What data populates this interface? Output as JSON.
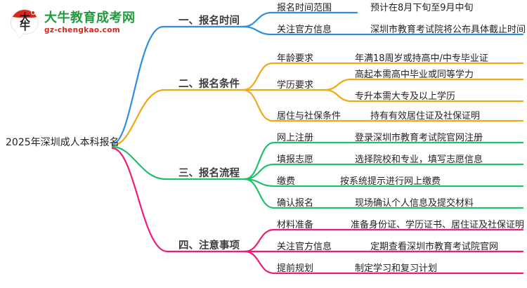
{
  "logo": {
    "mark_char_1": "大",
    "mark_char_2": "牛",
    "title": "大牛教育成考网",
    "subtitle": "gz-chengkao.com"
  },
  "mindmap": {
    "root": "2025年深圳成人本科报名",
    "branches": [
      {
        "label": "一、报名时间",
        "color": "#2E8FE0",
        "children": [
          {
            "label": "报名时间范围",
            "detail": "预计在8月下旬至9月中旬"
          },
          {
            "label": "关注官方信息",
            "detail": "深圳市教育考试院将公布具体截止时间"
          }
        ]
      },
      {
        "label": "二、报名条件",
        "color": "#EFA818",
        "children": [
          {
            "label": "年龄要求",
            "detail": "年满18周岁或持高中/中专毕业证"
          },
          {
            "label": "学历要求",
            "detail": "",
            "subs": [
              {
                "label": "高起本需高中毕业或同等学力"
              },
              {
                "label": "专升本需大专及以上学历"
              }
            ]
          },
          {
            "label": "居住与社保条件",
            "detail": "持有有效居住证及社保证明"
          }
        ]
      },
      {
        "label": "三、报名流程",
        "color": "#22C06A",
        "children": [
          {
            "label": "网上注册",
            "detail": "登录深圳市教育考试院官网注册"
          },
          {
            "label": "填报志愿",
            "detail": "选择院校和专业，填写志愿信息"
          },
          {
            "label": "缴费",
            "detail": "按系统提示进行网上缴费"
          },
          {
            "label": "确认报名",
            "detail": "现场确认个人信息及提交材料"
          }
        ]
      },
      {
        "label": "四、注意事项",
        "color": "#F01B79",
        "children": [
          {
            "label": "材料准备",
            "detail": "准备身份证、学历证书、居住证及社保证明"
          },
          {
            "label": "关注官方信息",
            "detail": "定期查看深圳市教育考试院官网"
          },
          {
            "label": "提前规划",
            "detail": "制定学习和复习计划"
          }
        ]
      }
    ]
  }
}
